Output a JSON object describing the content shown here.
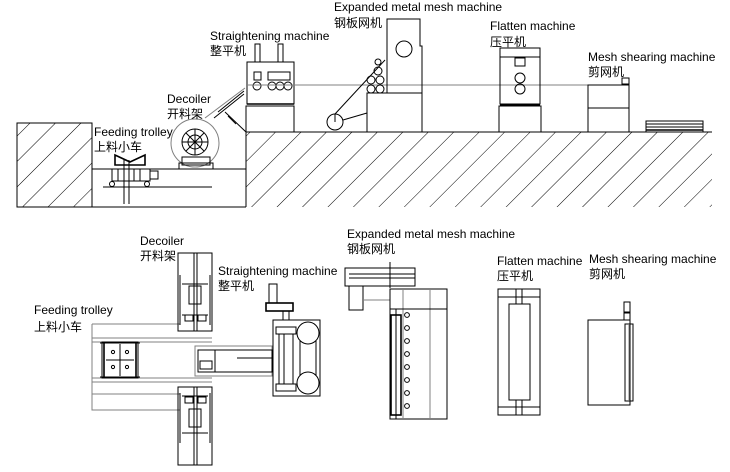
{
  "title": "Expanded metal mesh production line layout",
  "views": {
    "elevation": {
      "labels": {
        "feeding_trolley_en": "Feeding trolley",
        "feeding_trolley_cn": "上料小车",
        "decoiler_en": "Decoiler",
        "decoiler_cn": "开料架",
        "straightening_en": "Straightening machine",
        "straightening_cn": "整平机",
        "expanded_en": "Expanded metal mesh machine",
        "expanded_cn": "钢板网机",
        "flatten_en": "Flatten machine",
        "flatten_cn": "压平机",
        "shearing_en": "Mesh shearing machine",
        "shearing_cn": "剪网机"
      }
    },
    "plan": {
      "labels": {
        "feeding_trolley_en": "Feeding trolley",
        "feeding_trolley_cn": "上料小车",
        "decoiler_en": "Decoiler",
        "decoiler_cn": "开料架",
        "straightening_en": "Straightening machine",
        "straightening_cn": "整平机",
        "expanded_en": "Expanded metal mesh machine",
        "expanded_cn": "钢板网机",
        "flatten_en": "Flatten machine",
        "flatten_cn": "压平机",
        "shearing_en": "Mesh shearing machine",
        "shearing_cn": "剪网机"
      }
    }
  },
  "colors": {
    "line": "#000000",
    "strip": "#808080",
    "background": "#ffffff"
  }
}
